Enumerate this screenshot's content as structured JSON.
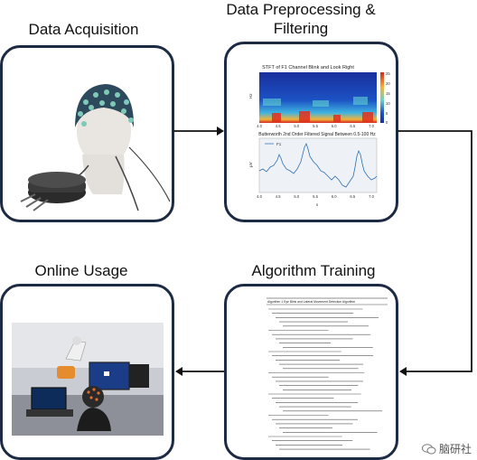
{
  "stages": {
    "acquisition": {
      "title": "Data Acquisition"
    },
    "preprocessing": {
      "title_line1": "Data Preprocessing &",
      "title_line2": "Filtering",
      "stft_title": "STFT of F1 Channel Blink and Look Right",
      "filter_title": "Butterworth 2nd Order Filtered Signal Between 0.5-100 Hz",
      "stft_ylabel": "Hz",
      "filter_ylabel": "μV",
      "legend_label": "F1",
      "x_axis_label": "s",
      "x_ticks": [
        "4.0",
        "4.5",
        "5.0",
        "5.5",
        "6.0",
        "6.5",
        "7.0"
      ],
      "colorbar_ticks": [
        "25",
        "20",
        "15",
        "10",
        "5",
        "0"
      ]
    },
    "training": {
      "title": "Algorithm Training",
      "algorithm_caption": "Algorithm 1 Eye Blink and Lateral Movement Detection Algorithm"
    },
    "online": {
      "title": "Online Usage"
    }
  },
  "watermark": {
    "text": "脑研社"
  },
  "colors": {
    "panel_border": "#1d2a44",
    "arrow": "#111111",
    "spectro_low": "#1a2f9c",
    "spectro_high": "#d4271f",
    "signal": "#2e6fb0"
  }
}
